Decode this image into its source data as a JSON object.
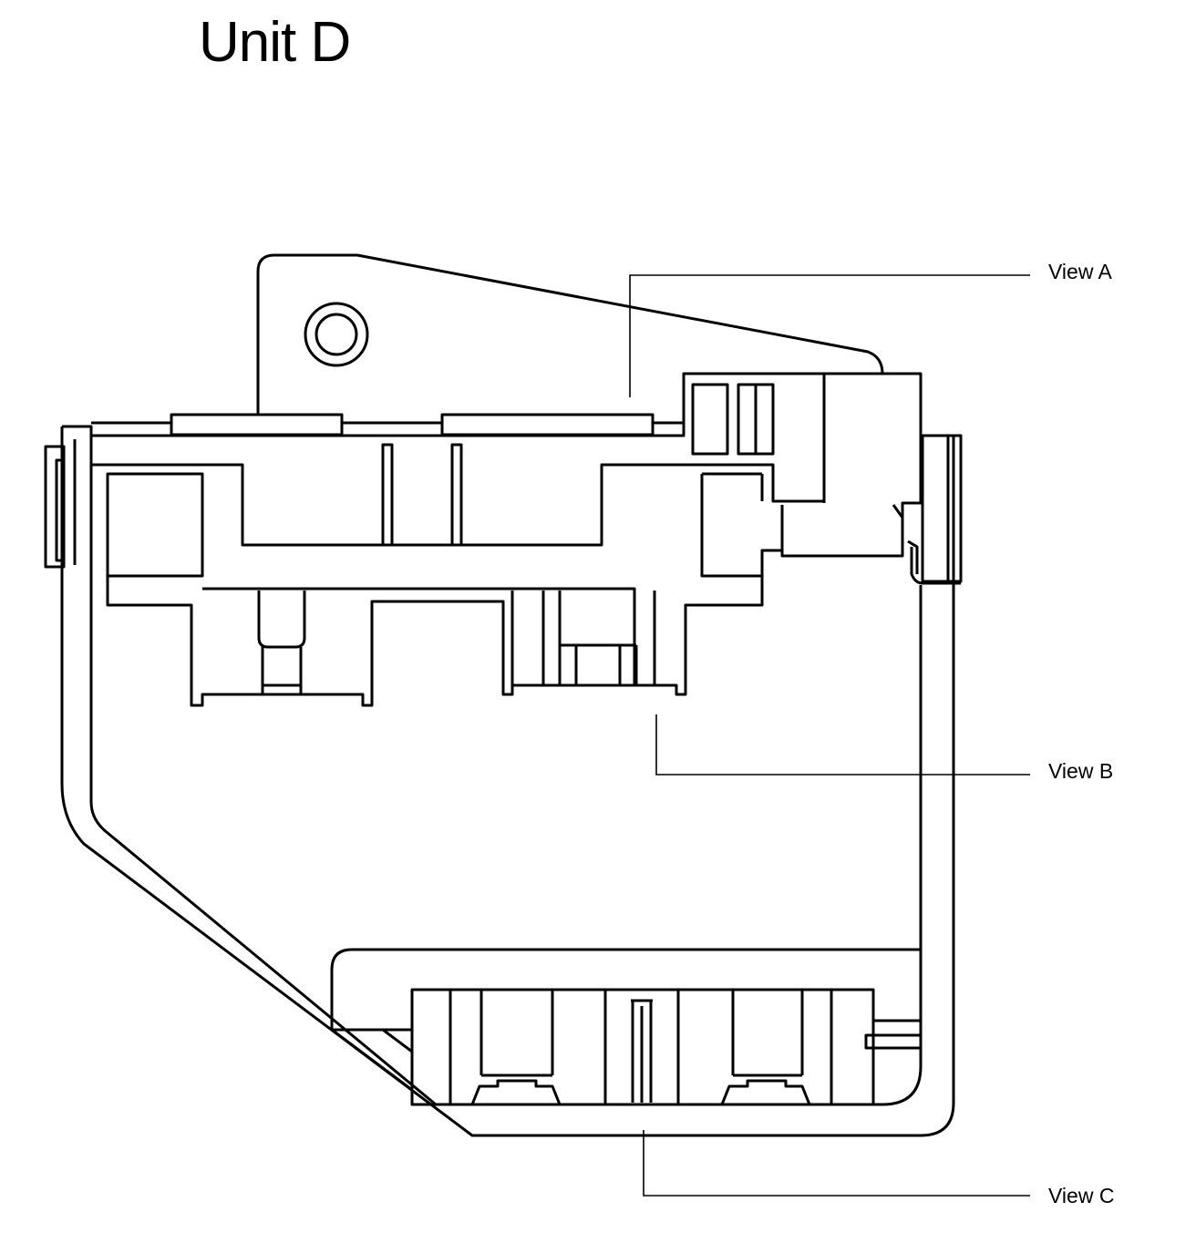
{
  "title": "Unit D",
  "callouts": [
    {
      "id": "view-a",
      "label": "View A"
    },
    {
      "id": "view-b",
      "label": "View B"
    },
    {
      "id": "view-c",
      "label": "View C"
    }
  ]
}
